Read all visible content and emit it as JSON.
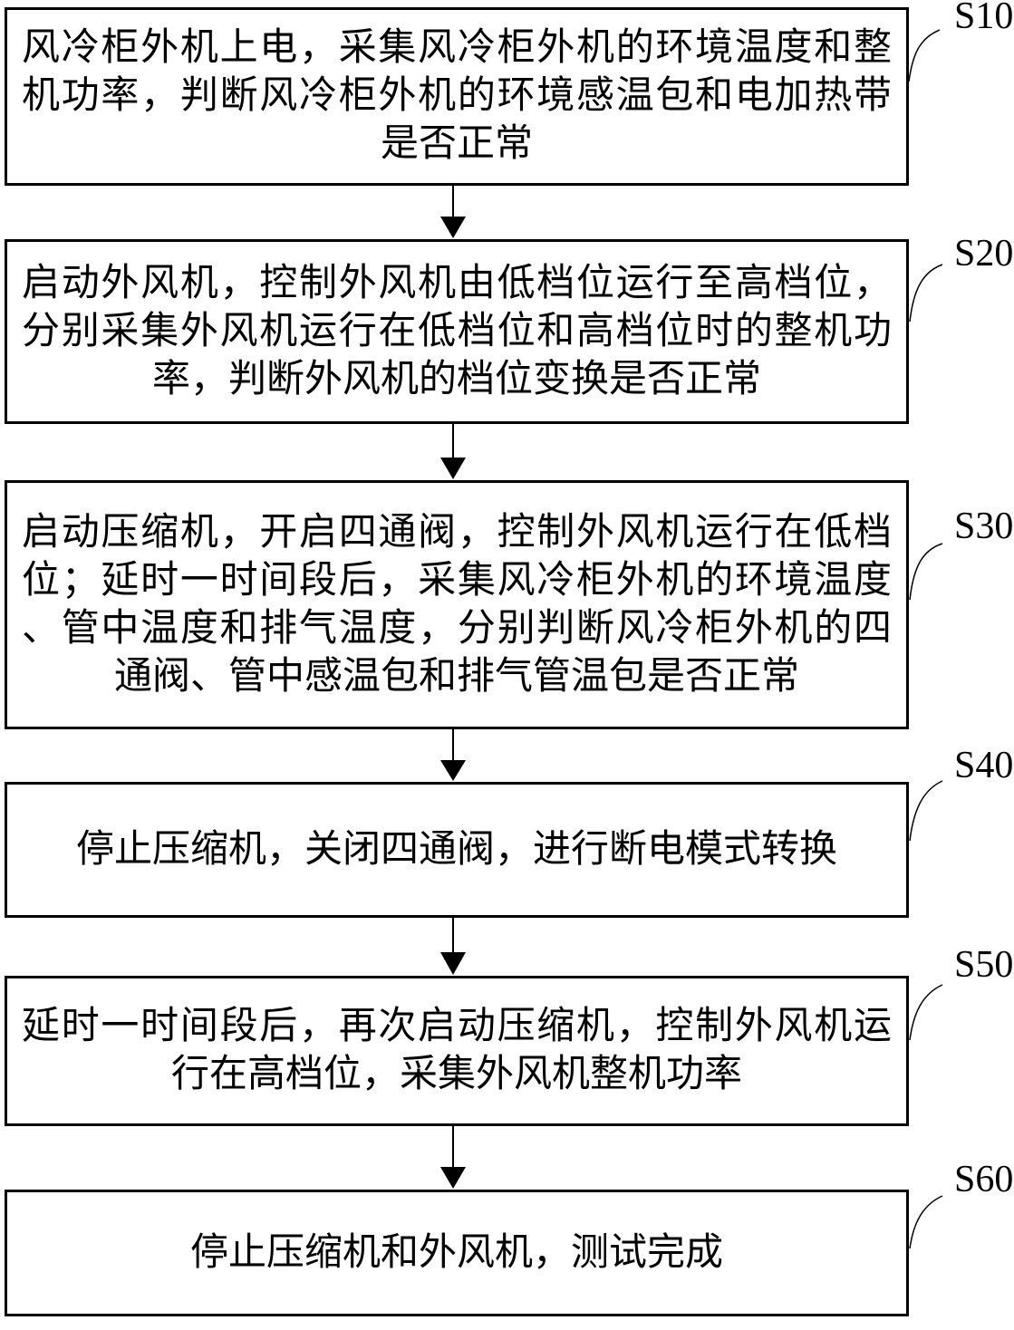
{
  "figure": {
    "type": "flowchart",
    "background_color": "#ffffff",
    "line_color": "#000000",
    "text_color": "#000000",
    "steps": [
      {
        "label": "S10",
        "text": "风冷柜外机上电，采集风冷柜外机的环境温度和整机功率，判断风冷柜外机的环境感温包和电加热带是否正常",
        "lines": [
          "风冷柜外机上电，采集风冷柜外机的环境温度和整",
          "机功率，判断风冷柜外机的环境感温包和电加热带",
          "是否正常"
        ]
      },
      {
        "label": "S20",
        "text": "启动外风机，控制外风机由低档位运行至高档位，分别采集外风机运行在低档位和高档位时的整机功率，判断外风机的档位变换是否正常",
        "lines": [
          "启动外风机，控制外风机由低档位运行至高档位，",
          "分别采集外风机运行在低档位和高档位时的整机功",
          "率，判断外风机的档位变换是否正常"
        ]
      },
      {
        "label": "S30",
        "text": "启动压缩机，开启四通阀，控制外风机运行在低档位；延时一时间段后，采集风冷柜外机的环境温度、管中温度和排气温度，分别判断风冷柜外机的四通阀、管中感温包和排气管温包是否正常",
        "lines": [
          "启动压缩机，开启四通阀，控制外风机运行在低档",
          "位；延时一时间段后，采集风冷柜外机的环境温度",
          "、管中温度和排气温度，分别判断风冷柜外机的四",
          "通阀、管中感温包和排气管温包是否正常"
        ]
      },
      {
        "label": "S40",
        "text": "停止压缩机，关闭四通阀，进行断电模式转换",
        "lines": [
          "停止压缩机，关闭四通阀，进行断电模式转换"
        ]
      },
      {
        "label": "S50",
        "text": "延时一时间段后，再次启动压缩机，控制外风机运行在高档位，采集外风机整机功率",
        "lines": [
          "延时一时间段后，再次启动压缩机，控制外风机运",
          "行在高档位，采集外风机整机功率"
        ]
      },
      {
        "label": "S60",
        "text": "停止压缩机和外风机，测试完成",
        "lines": [
          "停止压缩机和外风机，测试完成"
        ]
      }
    ]
  }
}
